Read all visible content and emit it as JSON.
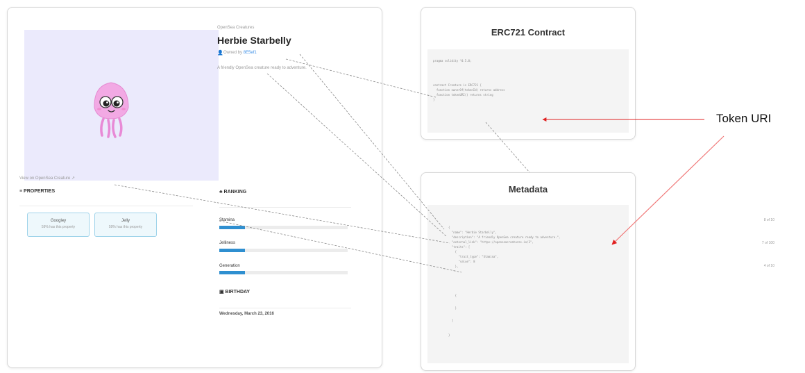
{
  "colors": {
    "accent": "#2f8fd0",
    "arrow": "#e02020",
    "connector": "#8a8a8a"
  },
  "nft_page": {
    "collection": "OpenSea Creatures",
    "title": "Herbie Starbelly",
    "owned_prefix": "Owned by",
    "owner": "8E5ef1",
    "description": "A friendly OpenSea creature ready to adventure.",
    "view_link": "View on OpenSea Creature ↗",
    "properties_heading": "≡ PROPERTIES",
    "properties": [
      {
        "value": "Googley",
        "rarity": "59% has this property"
      },
      {
        "value": "Jelly",
        "rarity": "59% has this property"
      }
    ],
    "ranking_heading": "♣ RANKING",
    "rankings": [
      {
        "name": "Stamina",
        "count": "8 of 10",
        "fraction": 0.2
      },
      {
        "name": "Jelliness",
        "count": "7 of 100",
        "fraction": 0.2
      },
      {
        "name": "Generation",
        "count": "4 of 10",
        "fraction": 0.2
      }
    ],
    "birthday_heading": "▣ BIRTHDAY",
    "birthday_value": "Wednesday, March 23, 2016",
    "icons": [
      "user-icon",
      "properties-icon",
      "ranking-icon",
      "calendar-icon",
      "external-link-icon"
    ]
  },
  "contract": {
    "title": "ERC721 Contract",
    "code": [
      "pragma solidity ^0.5.0;",
      "",
      "",
      "contract Creature is ERC721 {",
      "  function ownerOf(tokenId) returns address",
      "  function tokenURI() returns string",
      "}"
    ]
  },
  "metadata": {
    "title": "Metadata",
    "code": [
      "{",
      "  \"name\": \"Herbie Starbelly\",",
      "  \"description\": \"A friendly OpenSea creature ready to adventure.\",",
      "  \"external_link\": \"https://openseacreatures.io/3\",",
      "  \"traits\": [",
      "    {",
      "      \"trait_type\": \"Stamina\",",
      "      \"value\": 8",
      "    },",
      "    {",
      "    }",
      "  ]",
      "}"
    ]
  },
  "annotation": {
    "label": "Token URI"
  }
}
